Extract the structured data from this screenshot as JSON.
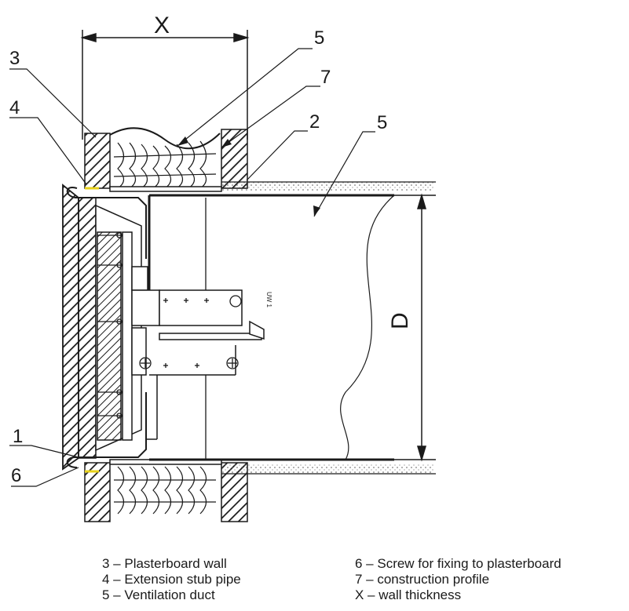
{
  "drawing": {
    "dimension_x": "X",
    "dimension_d": "D",
    "part_label": "UW 1",
    "callouts": [
      "3",
      "4",
      "5",
      "7",
      "2",
      "5",
      "1",
      "6"
    ]
  },
  "legend": {
    "left": [
      "3 – Plasterboard wall",
      "4 – Extension stub pipe",
      "5 – Ventilation duct"
    ],
    "right": [
      "6 – Screw for fixing to plasterboard",
      "7 – construction profile",
      "X – wall thickness"
    ]
  },
  "colors": {
    "line": "#1a1a1a",
    "screw_highlight": "#e8d21a"
  }
}
